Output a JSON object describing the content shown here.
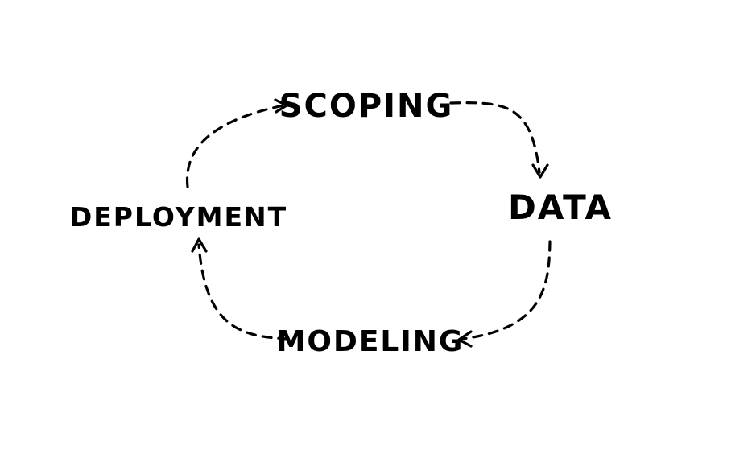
{
  "diagram": {
    "stages": {
      "scoping": "SCOPING",
      "data": "DATA",
      "modeling": "MODELING",
      "deployment": "DEPLOYMENT"
    },
    "ink_color": "#000000",
    "background_color": "#ffffff",
    "arrow_style": "dashed",
    "flow": [
      "SCOPING",
      "DATA",
      "MODELING",
      "DEPLOYMENT",
      "SCOPING"
    ]
  }
}
